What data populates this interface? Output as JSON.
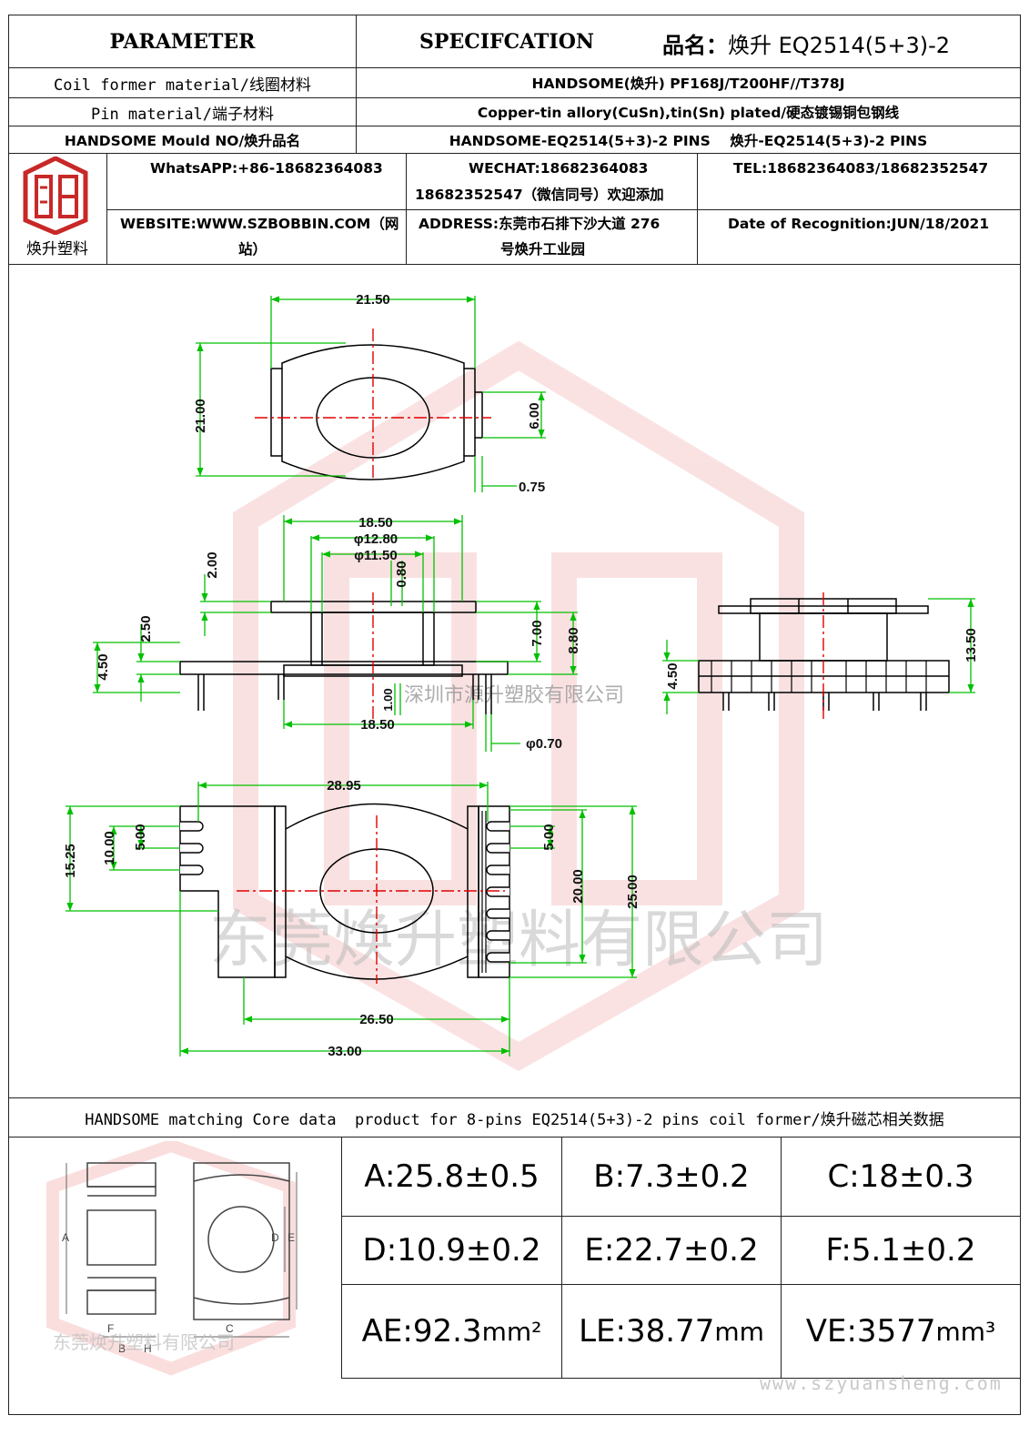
{
  "header": {
    "parameter": "PARAMETER",
    "specification": "SPECIFCATION",
    "product_label": "品名：",
    "product_name": "焕升 EQ2514(5+3)-2"
  },
  "rows": [
    {
      "label": "Coil former material/线圈材料",
      "value": "HANDSOME(焕升)  PF168J/T200HF//T378J"
    },
    {
      "label": "Pin material/端子材料",
      "value": "Copper-tin allory(CuSn),tin(Sn) plated/硬态镀锡铜包钢线"
    },
    {
      "label": "HANDSOME Mould NO/焕升品名",
      "value": "HANDSOME-EQ2514(5+3)-2 PINS    焕升-EQ2514(5+3)-2 PINS"
    }
  ],
  "company": {
    "logo_caption": "焕升塑料",
    "whatsapp": "WhatsAPP:+86-18682364083",
    "wechat_1": "WECHAT:18682364083",
    "wechat_2": "18682352547（微信同号）欢迎添加",
    "tel": "TEL:18682364083/18682352547",
    "website_1": "WEBSITE:WWW.SZBOBBIN.COM（网",
    "website_2": "站）",
    "address_1": "ADDRESS:东莞市石排下沙大道 276",
    "address_2": "号焕升工业园",
    "date": "Date of Recognition:JUN/18/2021"
  },
  "drawing": {
    "top_view": {
      "width": "21.50",
      "height": "21.00",
      "slot": "6.00",
      "offset": "0.75"
    },
    "side_view": {
      "base": "18.50",
      "d_outer": "φ12.80",
      "d_inner": "φ11.50",
      "wall": "0.80",
      "flange": "2.00",
      "h1": "2.50",
      "h2": "4.50",
      "h3": "7.00",
      "h4": "8.80",
      "pin_pitch": "1.00",
      "base_bottom": "18.50",
      "pin_d": "φ0.70"
    },
    "right_view": {
      "h_total": "13.50",
      "h_base": "4.50"
    },
    "bottom_view": {
      "w_top": "28.95",
      "w1": "26.50",
      "w2": "33.00",
      "h1": "15.25",
      "h2": "10.00",
      "h3": "5.00",
      "h4": "5.00",
      "h5": "20.00",
      "h6": "25.00"
    },
    "watermark_cn": "东莞焕升塑料有限公司",
    "watermark_small": "深圳市源升塑胶有限公司"
  },
  "core_section": {
    "title": "HANDSOME matching Core data  product for 8-pins EQ2514(5+3)-2 pins coil former/焕升磁芯相关数据",
    "diagram_labels": {
      "a": "A",
      "b": "B",
      "c": "C",
      "d": "D",
      "e": "E",
      "f": "F",
      "h": "H"
    },
    "diagram_watermark": "东莞焕升塑料有限公司",
    "values": [
      [
        "A:25.8±0.5",
        "B:7.3±0.2",
        "C:18±0.3"
      ],
      [
        "D:10.9±0.2",
        "E:22.7±0.2",
        "F:5.1±0.2"
      ]
    ],
    "ae": "AE:92.3",
    "ae_unit": "mm²",
    "le": "LE:38.77",
    "le_unit": "mm",
    "ve": "VE:3577",
    "ve_unit": "mm³",
    "footer_url": "www.szyuansheng.com"
  },
  "colors": {
    "dimension": "#00c000",
    "centerline": "#e00000",
    "outline": "#000000",
    "watermark": "#e02020"
  }
}
